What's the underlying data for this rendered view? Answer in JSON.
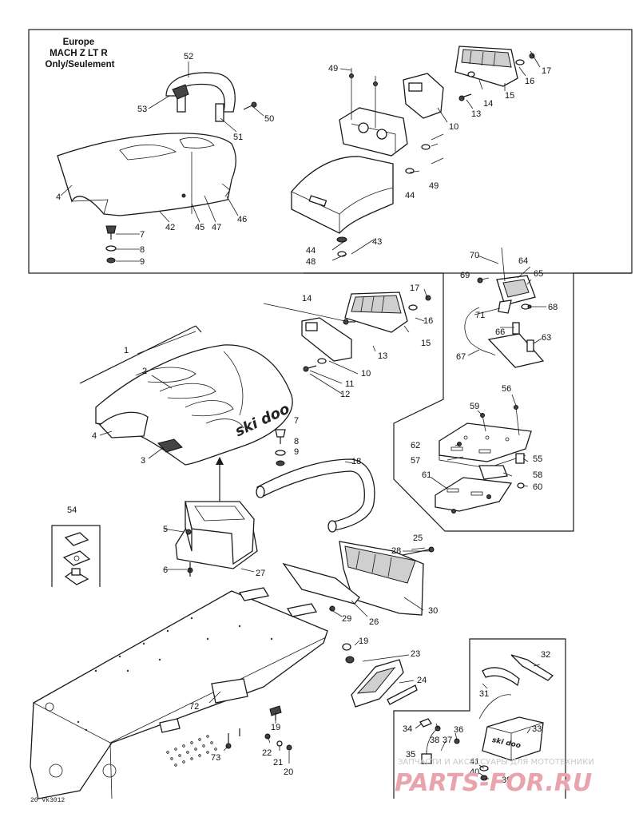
{
  "note": {
    "line1": "Europe",
    "line2": "MACH Z LT R",
    "line3": "Only/Seulement"
  },
  "callouts": {
    "c1": "1",
    "c2": "2",
    "c3": "3",
    "c4a": "4",
    "c4b": "4",
    "c5": "5",
    "c6": "6",
    "c7a": "7",
    "c7b": "7",
    "c8a": "8",
    "c8b": "8",
    "c9a": "9",
    "c9b": "9",
    "c10a": "10",
    "c10b": "10",
    "c11": "11",
    "c12": "12",
    "c13a": "13",
    "c13b": "13",
    "c14a": "14",
    "c14b": "14",
    "c15a": "15",
    "c15b": "15",
    "c16a": "16",
    "c16b": "16",
    "c17a": "17",
    "c17b": "17",
    "c18": "18",
    "c19a": "19",
    "c19b": "19",
    "c20": "20",
    "c21": "21",
    "c22": "22",
    "c23": "23",
    "c24": "24",
    "c25": "25",
    "c26": "26",
    "c27": "27",
    "c28": "28",
    "c29": "29",
    "c30": "30",
    "c31": "31",
    "c32": "32",
    "c33": "33",
    "c34": "34",
    "c35": "35",
    "c36": "36",
    "c37": "37",
    "c38": "38",
    "c39": "39",
    "c40": "40",
    "c41": "41",
    "c42": "42",
    "c43": "43",
    "c44a": "44",
    "c44b": "44",
    "c45": "45",
    "c46": "46",
    "c47": "47",
    "c48": "48",
    "c49a": "49",
    "c49b": "49",
    "c50": "50",
    "c51": "51",
    "c52": "52",
    "c53": "53",
    "c54": "54",
    "c55": "55",
    "c56": "56",
    "c57": "57",
    "c58": "58",
    "c59": "59",
    "c60": "60",
    "c61": "61",
    "c62": "62",
    "c63": "63",
    "c64": "64",
    "c65": "65",
    "c66": "66",
    "c67": "67",
    "c68": "68",
    "c69": "69",
    "c70": "70",
    "c71": "71",
    "c72": "72",
    "c73": "73"
  },
  "brand": "ski doo",
  "figure_code": "20 Vk3012",
  "watermark": {
    "top": "ЗАПЧАСТИ И АКСЕССУАРЫ ДЛЯ МОТОТЕХНИКИ",
    "main": "PARTS-FOR.RU"
  },
  "colors": {
    "line": "#1a1a1a",
    "background": "#ffffff",
    "watermark_text": "#e9a3ad"
  }
}
